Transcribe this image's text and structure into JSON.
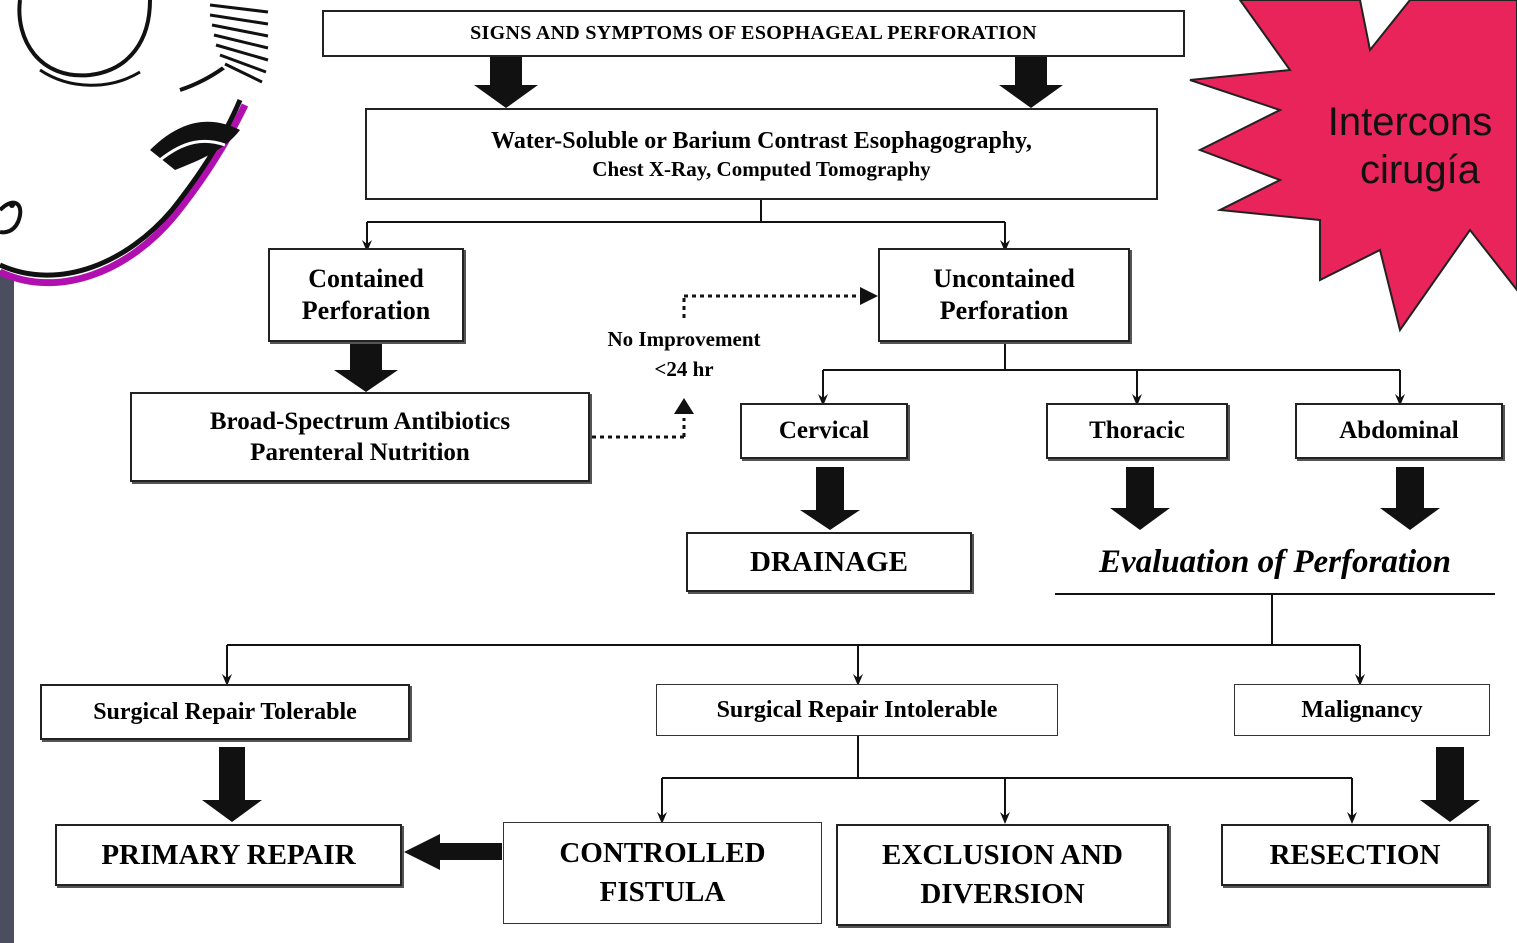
{
  "callout": {
    "line1": "Intercons",
    "line2": "cirugía",
    "color": "#e8245a"
  },
  "nodes": {
    "signs": "SIGNS AND SYMPTOMS OF ESOPHAGEAL PERFORATION",
    "imaging_main": "Water-Soluble or Barium Contrast Esophagography,",
    "imaging_sub": "Chest X-Ray, Computed Tomography",
    "contained_1": "Contained",
    "contained_2": "Perforation",
    "uncontained_1": "Uncontained",
    "uncontained_2": "Perforation",
    "antibiotics_1": "Broad-Spectrum Antibiotics",
    "antibiotics_2": "Parenteral Nutrition",
    "no_improvement_1": "No Improvement",
    "no_improvement_2": "<24 hr",
    "cervical": "Cervical",
    "thoracic": "Thoracic",
    "abdominal": "Abdominal",
    "drainage": "DRAINAGE",
    "evaluation": "Evaluation of Perforation",
    "tolerable": "Surgical Repair Tolerable",
    "intolerable": "Surgical Repair Intolerable",
    "malignancy": "Malignancy",
    "primary_repair": "PRIMARY REPAIR",
    "fistula_1": "CONTROLLED",
    "fistula_2": "FISTULA",
    "exclusion_1": "EXCLUSION AND",
    "exclusion_2": "DIVERSION",
    "resection": "RESECTION"
  }
}
